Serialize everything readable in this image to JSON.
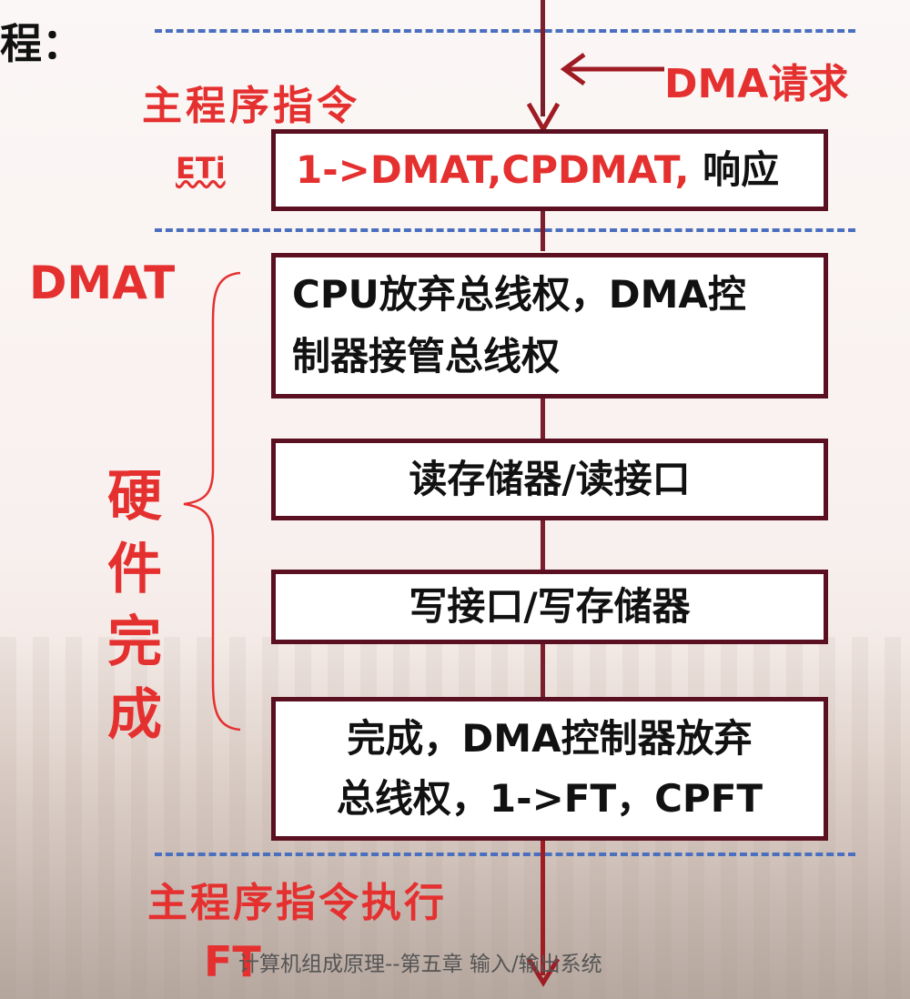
{
  "header": {
    "partial_title": "程："
  },
  "labels": {
    "main_program_instr": "主程序指令",
    "dma_request": "DMA请求",
    "eti": "ETi",
    "dmat": "DMAT",
    "hardware_1": "硬",
    "hardware_2": "件",
    "hardware_3": "完",
    "hardware_4": "成",
    "main_program_exec": "主程序指令执行",
    "ft": "FT"
  },
  "boxes": {
    "b1_prefix": "1->DMAT,CPDMAT,",
    "b1_suffix": "响应",
    "b2_line1": "CPU放弃总线权，DMA控",
    "b2_line2": "制器接管总线权",
    "b3": "读存储器/读接口",
    "b4": "写接口/写存储器",
    "b5_line1": "完成，DMA控制器放弃",
    "b5_line2": "总线权，1->FT，CPFT"
  },
  "footer": {
    "caption": "计算机组成原理--第五章 输入/输出系统"
  },
  "colors": {
    "red": "#e53030",
    "box_border": "#5a1020",
    "dash": "#4a6fbf",
    "arrow": "#7a1f2b"
  }
}
